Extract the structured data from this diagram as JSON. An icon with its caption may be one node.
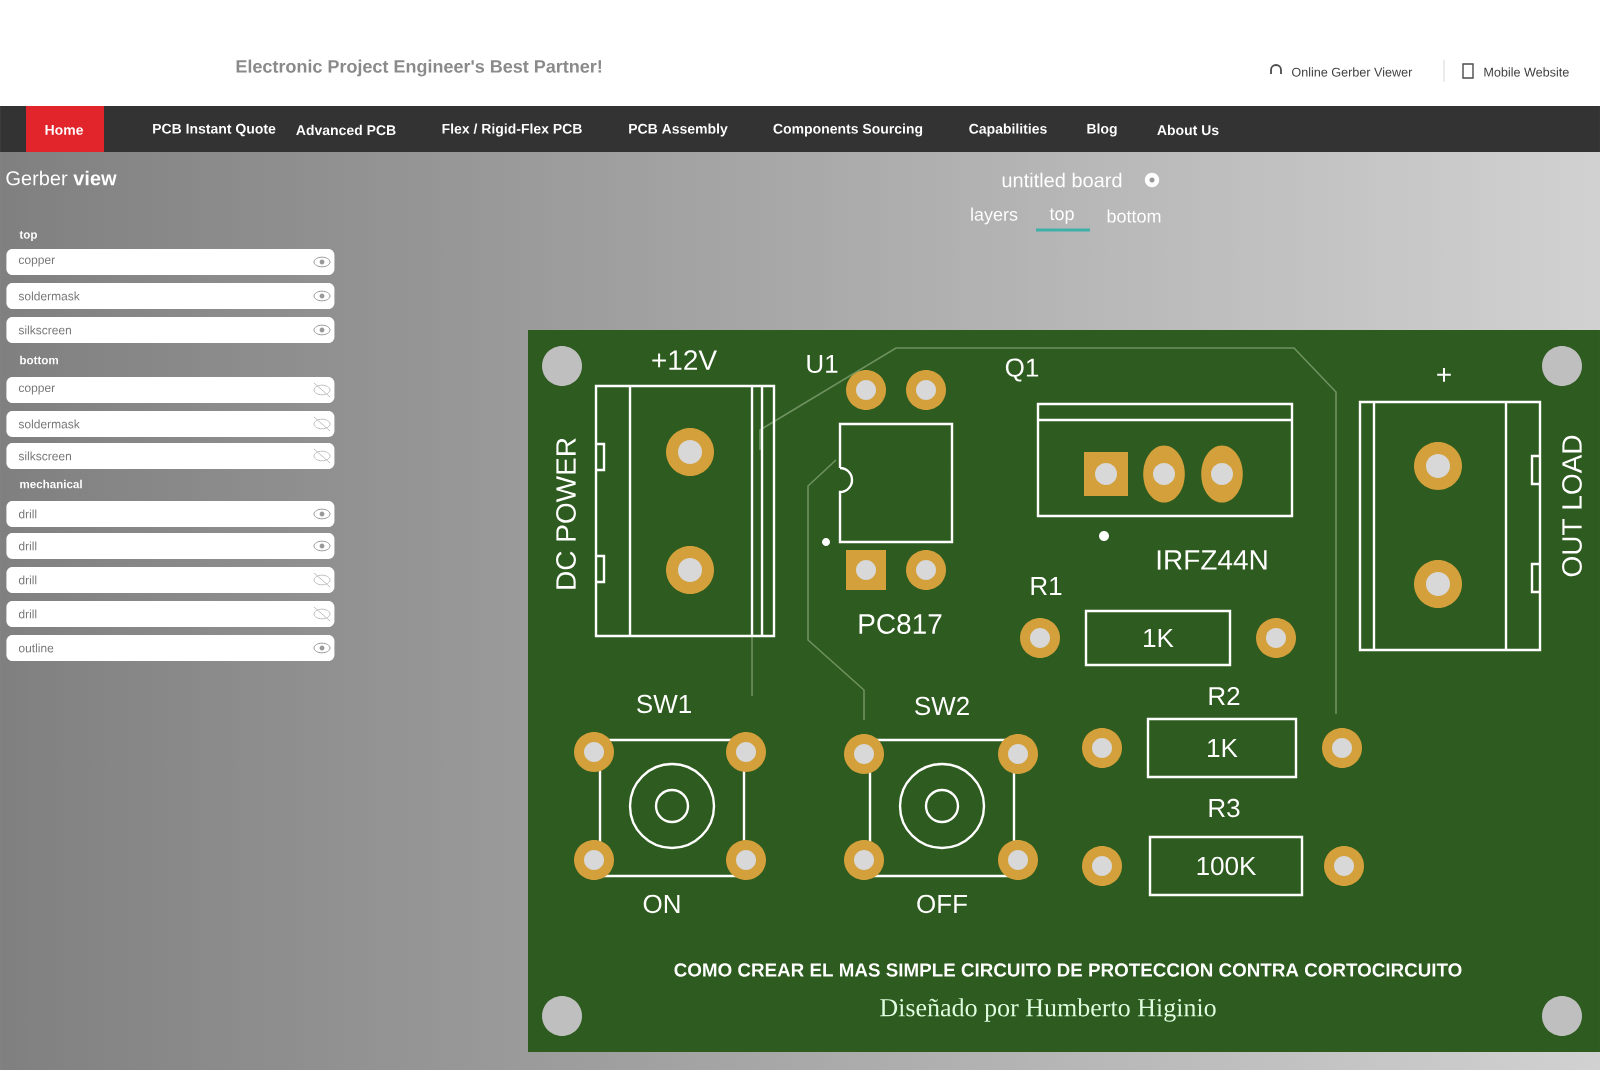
{
  "diagram": {
    "nodes": [
      {
        "text": [
          "copper"
        ]
      },
      {
        "text": [
          "soldermask"
        ]
      },
      {
        "text": [
          "silkscreen"
        ]
      },
      {
        "text": [
          "copper"
        ]
      },
      {
        "text": [
          "soldermask"
        ]
      },
      {
        "text": [
          "silkscreen"
        ]
      },
      {
        "text": [
          "drill"
        ]
      },
      {
        "text": [
          "drill"
        ]
      },
      {
        "text": [
          "drill"
        ]
      },
      {
        "text": [
          "drill"
        ]
      },
      {
        "text": [
          "outline"
        ]
      },
      {
        "text": [
          "1K"
        ]
      },
      {
        "text": [
          "1K"
        ]
      },
      {
        "text": [
          "100K"
        ]
      }
    ],
    "labels": [
      "Electronic Project Engineer's Best Partner!",
      "Online Gerber Viewer",
      "Mobile Website",
      "Home",
      "PCB Instant Quote",
      "Advanced PCB",
      "Flex / Rigid-Flex PCB",
      "PCB Assembly",
      "Components Sourcing",
      "Capabilities",
      "Blog",
      "About Us",
      "Gerber **view**",
      "top",
      "bottom",
      "mechanical",
      "untitled board",
      "layers",
      "top",
      "bottom",
      "+12V",
      "U1",
      "Q1",
      "DC POWER",
      "+",
      "OUT LOAD",
      "IRFZ44N",
      "PC817",
      "R1",
      "SW1",
      "SW2",
      "R2",
      "R3",
      "ON",
      "OFF",
      "COMO CREAR EL MAS SIMPLE CIRCUITO DE PROTECCION CONTRA CORTOCIRCUITO",
      "Diseñado por Humberto Higinio"
    ]
  }
}
